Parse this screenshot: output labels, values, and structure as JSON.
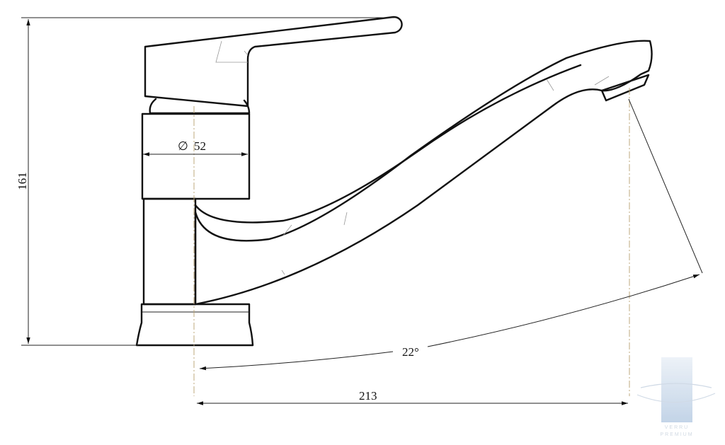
{
  "drawing": {
    "dimensions": {
      "height_label": "161",
      "diameter_symbol": "∅",
      "diameter_value": "52",
      "length_label": "213",
      "angle_label": "22°"
    },
    "watermark": {
      "brand_line1": "VERRU",
      "brand_line2": "PREMIUM"
    }
  }
}
